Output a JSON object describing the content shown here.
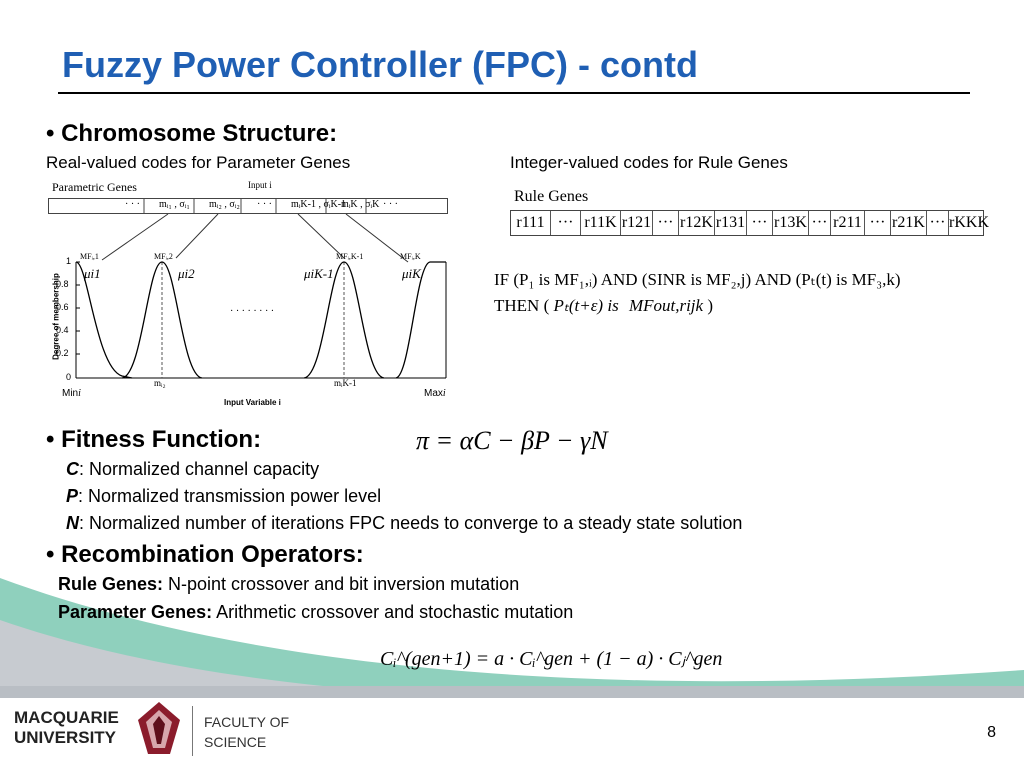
{
  "slide": {
    "title": "Fuzzy Power Controller (FPC) - contd",
    "page_number": "8"
  },
  "chromosome": {
    "heading": "Chromosome Structure:",
    "left_caption": "Real-valued codes for Parameter Genes",
    "right_caption": "Integer-valued codes for Rule Genes"
  },
  "param_figure": {
    "box_title": "Parametric Genes",
    "input_label": "Input i",
    "gene_cells": [
      "· · ·",
      "mᵢ₁ , σᵢ₁",
      "mᵢ₂ , σᵢ₂",
      "· · ·",
      "mᵢK-1 , σᵢK-1",
      "mᵢK , σᵢK",
      "· · ·"
    ],
    "mf_labels": [
      "MFᵢ,1",
      "MFᵢ,2",
      "MFᵢ,K-1",
      "MFᵢ,K"
    ],
    "mu_labels": [
      "μi1",
      "μi2",
      "μiK-1",
      "μiK"
    ],
    "dots": "· · · · · · · ·",
    "y_axis_label": "Degree of membership",
    "y_ticks": [
      "1",
      "0.8",
      "0.6",
      "0.4",
      "0.2",
      "0"
    ],
    "x_axis_label": "Input Variable i",
    "x_min": "Min",
    "x_max": "Max",
    "x_sub": "i",
    "x_marks": [
      "mᵢ₂",
      "mᵢK-1"
    ]
  },
  "rule_figure": {
    "title": "Rule Genes",
    "cells": [
      "r111",
      "···",
      "r11K",
      "r121",
      "···",
      "r12K",
      "r131",
      "···",
      "r13K",
      "···",
      "r211",
      "···",
      "r21K",
      "···",
      "rKKK"
    ]
  },
  "rule_text": {
    "line1": "IF (P₁ is MF₁,ᵢ) AND (SINR is MF₂,j) AND (Pₜ(t) is MF₃,k)",
    "line2_prefix": "THEN (",
    "line2_mid": "Pₜ(t+ε) is",
    "line2_mf": "MFout,rijk",
    "line2_suffix": ")"
  },
  "fitness": {
    "heading": "Fitness Function:",
    "equation": "π = αC − βP − γN",
    "items": [
      {
        "sym": "C",
        "text": ": Normalized channel capacity"
      },
      {
        "sym": "P",
        "text": ": Normalized transmission power level"
      },
      {
        "sym": "N",
        "text": ": Normalized number of iterations FPC needs to converge to a steady state solution"
      }
    ]
  },
  "recombination": {
    "heading": "Recombination Operators:",
    "rule_label": "Rule Genes:",
    "rule_text": " N-point crossover and bit inversion mutation",
    "param_label": "Parameter Genes:",
    "param_text": " Arithmetic crossover and stochastic mutation",
    "equation": "Cᵢ^(gen+1) = a · Cᵢ^gen + (1 − a) · Cⱼ^gen"
  },
  "footer": {
    "logo_line1": "MACQUARIE",
    "logo_line2": "UNIVERSITY",
    "faculty_line1": "FACULTY OF",
    "faculty_line2": "SCIENCE"
  },
  "colors": {
    "title_blue": "#1f5fb4",
    "footer_green": "#8fd0bd",
    "footer_gray": "#b9bec4"
  }
}
